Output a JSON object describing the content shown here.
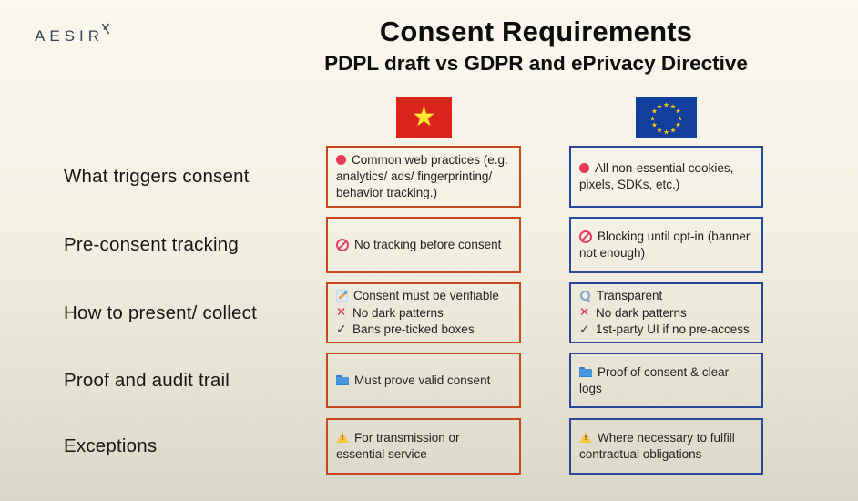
{
  "logo": {
    "text": "AESIR"
  },
  "header": {
    "title": "Consent Requirements",
    "subtitle": "PDPL draft vs GDPR and ePrivacy Directive"
  },
  "columns": {
    "left": {
      "flag": "vietnam-flag",
      "colors": {
        "field": "#da251d",
        "star": "#ffe62e"
      },
      "accent_border": "#c7481e"
    },
    "right": {
      "flag": "eu-flag",
      "colors": {
        "field": "#123f9c",
        "stars": "#f8c910"
      },
      "accent_border": "#2a479e"
    }
  },
  "rows": [
    {
      "label": "What triggers consent",
      "vn": {
        "lines": [
          {
            "icon": "red-dot",
            "text": "Common web practices (e.g. analytics/ ads/ fingerprinting/ behavior tracking.)"
          }
        ]
      },
      "eu": {
        "lines": [
          {
            "icon": "red-dot",
            "text": "All non-essential cookies, pixels, SDKs, etc.)"
          }
        ]
      }
    },
    {
      "label": "Pre-consent tracking",
      "vn": {
        "lines": [
          {
            "icon": "no-entry",
            "text": "No tracking before consent"
          }
        ]
      },
      "eu": {
        "lines": [
          {
            "icon": "no-entry",
            "text": "Blocking until opt-in (banner not enough)"
          }
        ]
      }
    },
    {
      "label": "How to present/ collect",
      "vn": {
        "lines": [
          {
            "icon": "memo",
            "text": "Consent must be verifiable"
          },
          {
            "icon": "red-x",
            "text": "No dark patterns"
          },
          {
            "icon": "check",
            "text": "Bans pre-ticked boxes"
          }
        ]
      },
      "eu": {
        "lines": [
          {
            "icon": "magnifier",
            "text": "Transparent"
          },
          {
            "icon": "red-x",
            "text": "No dark patterns"
          },
          {
            "icon": "check",
            "text": "1st-party UI if no pre-access"
          }
        ]
      }
    },
    {
      "label": "Proof and audit trail",
      "vn": {
        "lines": [
          {
            "icon": "folder",
            "text": "Must prove valid consent"
          }
        ]
      },
      "eu": {
        "lines": [
          {
            "icon": "folder",
            "text": "Proof of consent & clear logs"
          }
        ]
      }
    },
    {
      "label": "Exceptions",
      "vn": {
        "lines": [
          {
            "icon": "warning",
            "text": "For transmission or essential service"
          }
        ]
      },
      "eu": {
        "lines": [
          {
            "icon": "warning",
            "text": "Where necessary to fulfill contractual obligations"
          }
        ]
      }
    }
  ]
}
